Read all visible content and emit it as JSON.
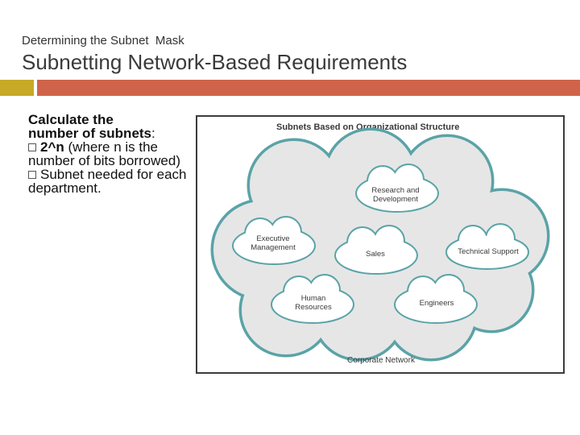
{
  "header": {
    "subtitle": "Determining the Subnet  Mask",
    "title": "Subnetting Network-Based Requirements"
  },
  "body": {
    "heading_line1": "Calculate the",
    "heading_line2_bold": "number of subnets",
    "heading_line2_colon": ":",
    "bullet1_bold": "2^n",
    "bullet1_rest": " (where n is the number of bits borrowed)",
    "bullet2": "Subnet needed for each department."
  },
  "diagram": {
    "title": "Subnets Based on Organizational Structure",
    "footer": "Corporate Network",
    "departments": {
      "research_1": "Research and",
      "research_2": "Development",
      "executive_1": "Executive",
      "executive_2": "Management",
      "sales": "Sales",
      "technical": "Technical Support",
      "human_1": "Human",
      "human_2": "Resources",
      "engineers": "Engineers"
    },
    "colors": {
      "cloud_stroke": "#5aa3a7",
      "cloud_fill": "#e6e6e6",
      "inner_cloud_fill": "#ffffff"
    }
  }
}
